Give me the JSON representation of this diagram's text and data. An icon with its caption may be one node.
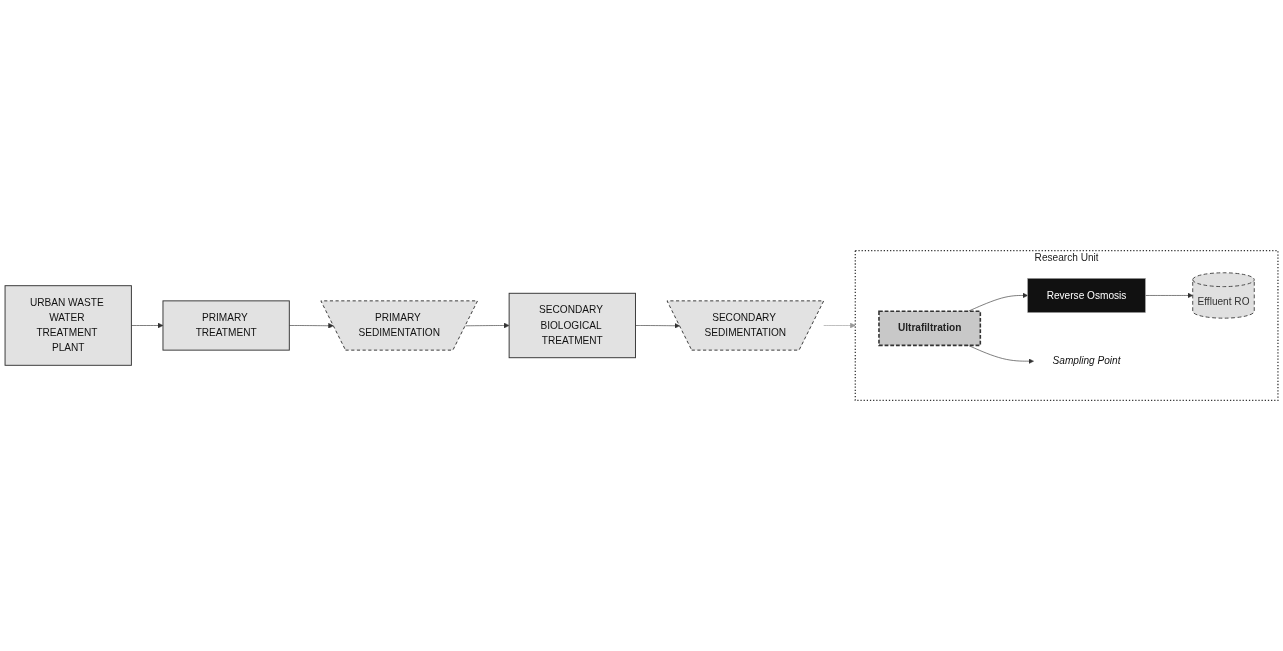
{
  "diagram": {
    "nodes": [
      {
        "text": [
          "URBAN WASTE WATER TREATMENT PLANT"
        ]
      },
      {
        "text": [
          "PRIMARY TREATMENT"
        ]
      },
      {
        "text": [
          "PRIMARY SEDIMENTATION"
        ]
      },
      {
        "text": [
          "SECONDARY BIOLOGICAL TREATMENT"
        ]
      },
      {
        "text": [
          "SECONDARY SEDIMENTATION"
        ]
      },
      {
        "text": [
          "Research Unit"
        ]
      },
      {
        "text": [
          "Ultrafiltration"
        ],
        "in": 5
      },
      {
        "text": [
          "Reverse Osmosis"
        ],
        "in": 5
      },
      {
        "text": [
          "Effluent RO"
        ],
        "in": 5
      },
      {
        "text": [
          "Sampling Point"
        ],
        "in": 5
      }
    ],
    "edges": [
      {
        "from": 0,
        "to": 1,
        "arrow": "to"
      },
      {
        "from": 1,
        "to": 2,
        "arrow": "to"
      },
      {
        "from": 2,
        "to": 3,
        "arrow": "to"
      },
      {
        "from": 3,
        "to": 4,
        "arrow": "to"
      },
      {
        "from": 4,
        "to": 5,
        "arrow": "to",
        "color": "#999999"
      },
      {
        "from": 6,
        "to": 7,
        "arrow": "to"
      },
      {
        "from": 7,
        "to": 8,
        "arrow": "to"
      },
      {
        "from": 6,
        "to": 9,
        "arrow": "to"
      }
    ]
  }
}
